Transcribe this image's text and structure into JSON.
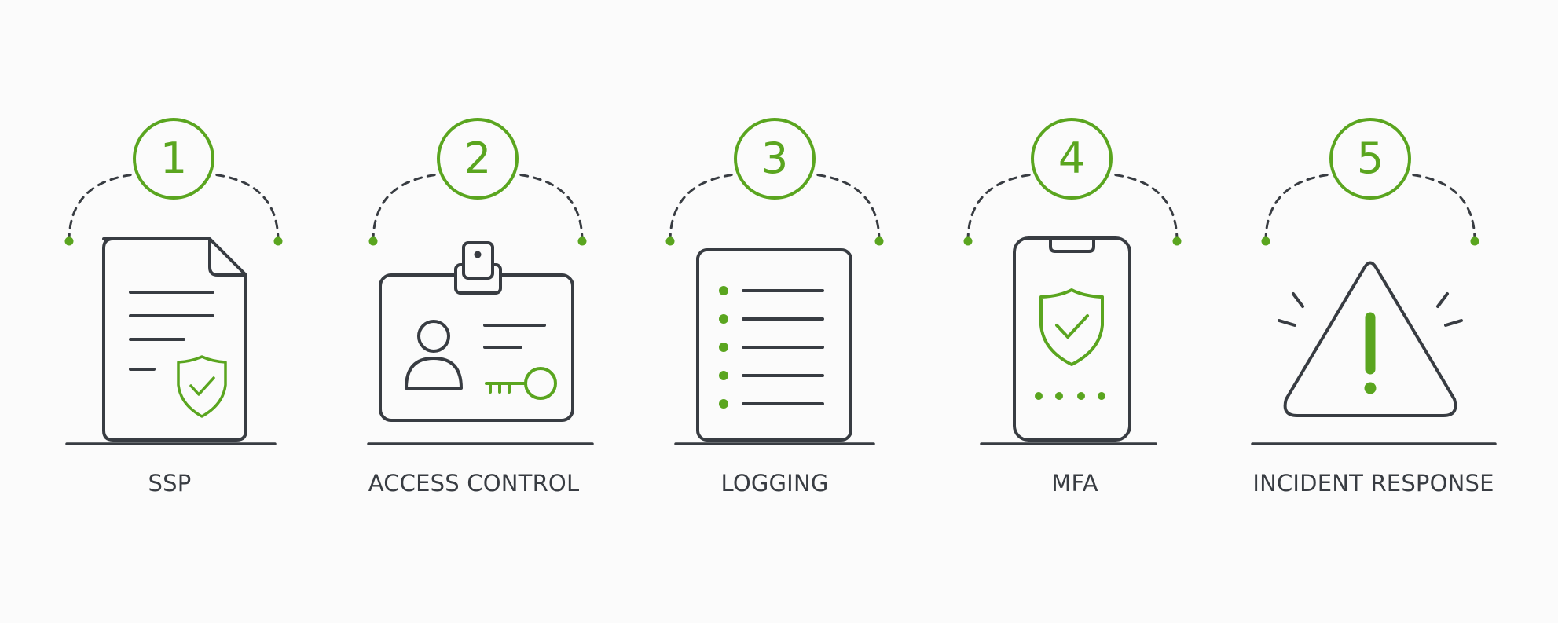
{
  "colors": {
    "accent": "#5aa51f",
    "ink": "#383c42",
    "background": "#fbfbfb"
  },
  "steps": [
    {
      "number": "1",
      "label": "SSP",
      "icon": "document-shield-icon"
    },
    {
      "number": "2",
      "label": "ACCESS CONTROL",
      "icon": "id-badge-key-icon"
    },
    {
      "number": "3",
      "label": "LOGGING",
      "icon": "log-list-icon"
    },
    {
      "number": "4",
      "label": "MFA",
      "icon": "phone-shield-icon"
    },
    {
      "number": "5",
      "label": "INCIDENT RESPONSE",
      "icon": "warning-triangle-icon"
    }
  ]
}
